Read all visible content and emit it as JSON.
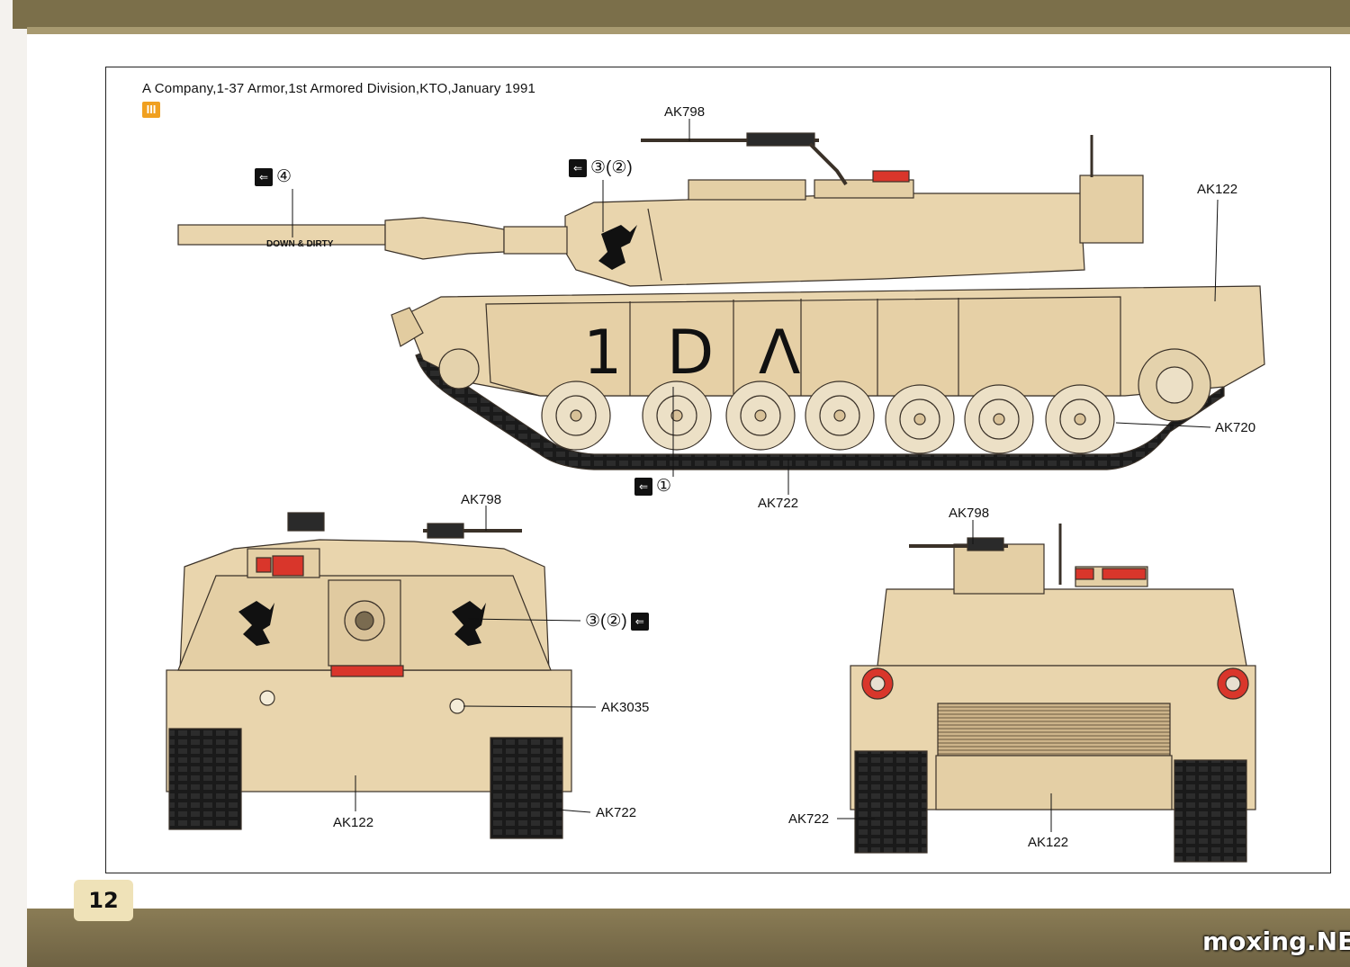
{
  "page": {
    "caption": "A Company,1-37 Armor,1st Armored Division,KTO,January 1991",
    "nation_badge": "III",
    "page_number": "12",
    "watermark": "moxing.NET"
  },
  "side_view": {
    "barrel_text": "DOWN & DIRTY",
    "hull_marking": "1 D Λ",
    "callouts": {
      "mg": "AK798",
      "hull": "AK122",
      "wheels": "AK720",
      "tracks": "AK722"
    },
    "decals": {
      "barrel": "④",
      "turret": "③(②)",
      "hull": "①"
    }
  },
  "rear_view": {
    "callouts": {
      "mg": "AK798",
      "lights": "AK3035",
      "hull": "AK122",
      "tracks": "AK722"
    },
    "decal": "③(②)"
  },
  "front_view": {
    "callouts": {
      "mg": "AK798",
      "tracks": "AK722",
      "hull": "AK122"
    }
  },
  "colors": {
    "sand": "#e9d5ad",
    "sand_dark": "#d8c198",
    "outline": "#3a3128",
    "track": "#1a1a1a",
    "red_light": "#d9362b",
    "badge": "#f0a020"
  }
}
